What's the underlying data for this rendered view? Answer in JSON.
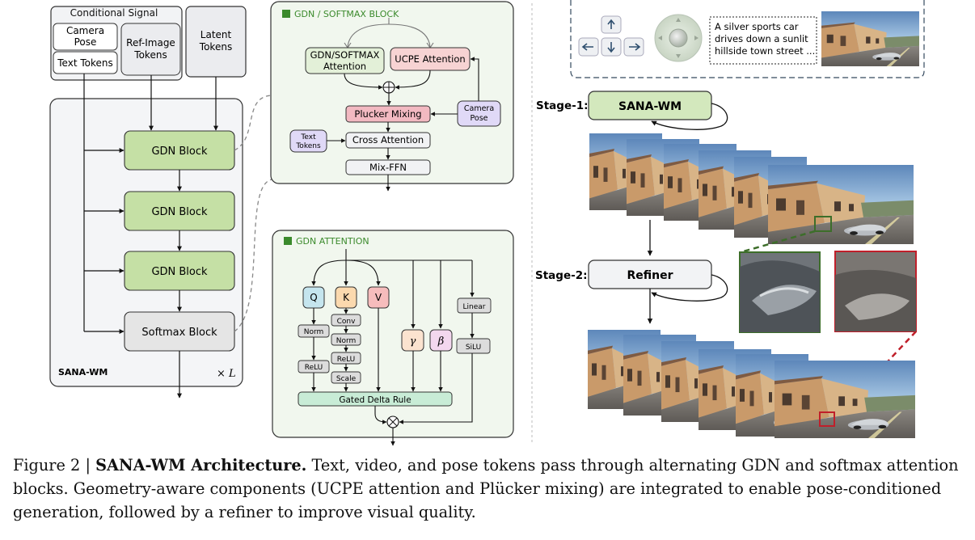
{
  "left": {
    "cond_signal_title": "Conditional Signal",
    "camera_pose": [
      "Camera",
      "Pose"
    ],
    "text_tokens": "Text Tokens",
    "ref_image_tokens": [
      "Ref-Image",
      "Tokens"
    ],
    "latent_tokens": [
      "Latent",
      "Tokens"
    ],
    "blocks": [
      "GDN Block",
      "GDN Block",
      "GDN Block",
      "Softmax Block"
    ],
    "container_label": "SANA-WM",
    "repeat_label": "× L"
  },
  "gdn_softmax": {
    "title": "GDN / SOFTMAX BLOCK",
    "attn_left": [
      "GDN/SOFTMAX",
      "Attention"
    ],
    "attn_right": "UCPE Attention",
    "plucker": "Plucker Mixing",
    "camera_pose": [
      "Camera",
      "Pose"
    ],
    "text_tokens": [
      "Text",
      "Tokens"
    ],
    "cross_attention": "Cross Attention",
    "mix_ffn": "Mix-FFN"
  },
  "gdn_attention": {
    "title": "GDN ATTENTION",
    "q": "Q",
    "k": "K",
    "v": "V",
    "norm_q": "Norm",
    "relu_q": "ReLU",
    "conv_k": "Conv",
    "norm_k": "Norm",
    "relu_k": "ReLU",
    "scale_k": "Scale",
    "gamma": "γ",
    "beta": "β",
    "linear": "Linear",
    "silu": "SiLU",
    "gated_delta": "Gated Delta Rule"
  },
  "right": {
    "prompt_lines": [
      "A silver sports car",
      "drives down a sunlit",
      "hillside town street ..."
    ],
    "stage1_label": "Stage-1:",
    "stage1_box": "SANA-WM",
    "stage2_label": "Stage-2:",
    "stage2_box": "Refiner"
  },
  "caption": {
    "prefix": "Figure 2 | ",
    "title": "SANA-WM Architecture.",
    "body": " Text, video, and pose tokens pass through alternating GDN and softmax attention blocks. Geometry-aware components (UCPE attention and Plücker mixing) are integrated to enable pose-conditioned generation, followed by a refiner to improve visual quality."
  },
  "colors": {
    "gdn_block": "#c5e0a5",
    "softmax_block": "#e5e5e5",
    "panel_fill": "#f1f7ee",
    "pink": "#f7d3d3",
    "plucker": "#f2b9c1",
    "purple": "#e0d9f7",
    "q_fill": "#c5e5ee",
    "k_fill": "#fbd9ae",
    "v_fill": "#f6bcbc",
    "gated": "#c8ecd6",
    "title_green": "#3b8a2c",
    "zoom_green": "#3d6e2a",
    "zoom_red": "#c01f2a"
  }
}
